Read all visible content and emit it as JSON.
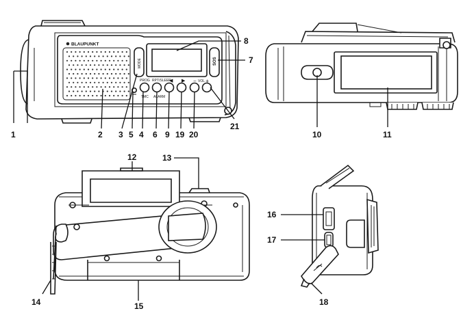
{
  "brand": "BLAUPUNKT",
  "button_labels": {
    "mode": "MODE",
    "sos": "SOS",
    "prog": "PROG",
    "tmc": "TMC",
    "rpt_sleep": "RPT/SLEEP",
    "alarm": "ALARM",
    "vol": "VOL",
    "minus": "−",
    "plus": "+"
  },
  "callouts": [
    "1",
    "2",
    "3",
    "4",
    "5",
    "6",
    "7",
    "8",
    "9",
    "10",
    "11",
    "12",
    "13",
    "14",
    "15",
    "16",
    "17",
    "18",
    "19",
    "20",
    "21"
  ]
}
